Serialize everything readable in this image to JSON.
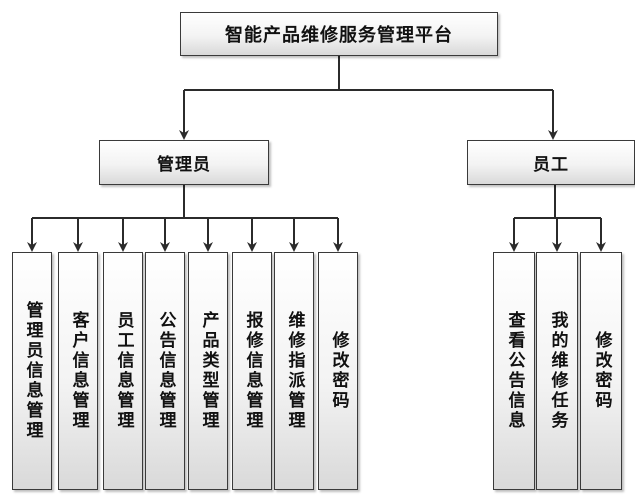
{
  "root": {
    "title": "智能产品维修服务管理平台"
  },
  "admin": {
    "title": "管理员",
    "functions": [
      "管理员信息管理",
      "客户信息管理",
      "员工信息管理",
      "公告信息管理",
      "产品类型管理",
      "报修信息管理",
      "维修指派管理",
      "修改密码"
    ]
  },
  "staff": {
    "title": "员工",
    "functions": [
      "查看公告信息",
      "我的维修任务",
      "修改密码"
    ]
  }
}
